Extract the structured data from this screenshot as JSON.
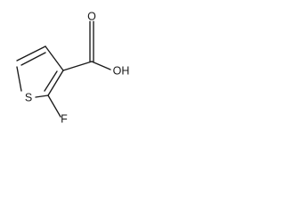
{
  "molecule": {
    "atom_labels": {
      "hydroxyl": "OH",
      "carbonyl_oxygen": "O",
      "sulfur": "S",
      "fluorine": "F"
    }
  },
  "colors": {
    "bond": "#1a1a1a",
    "background": "#ffffff"
  }
}
